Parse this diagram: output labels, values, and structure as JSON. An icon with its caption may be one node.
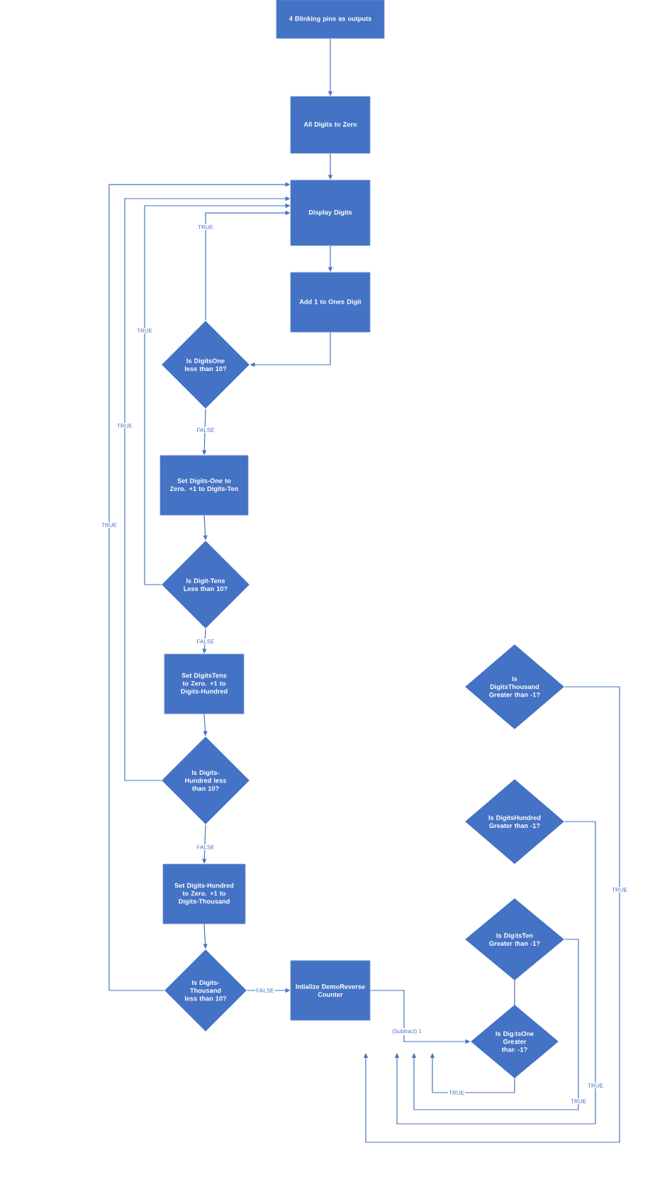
{
  "diagram": {
    "nodes": [
      {
        "text": [
          "4 Blinking pins as outputs"
        ]
      },
      {
        "text": [
          "All Digits to Zero"
        ]
      },
      {
        "text": [
          "Display Digits"
        ]
      },
      {
        "text": [
          "Add 1  to Ones Digit"
        ]
      },
      {
        "text": [
          "Is DigitsOne less than 10?"
        ]
      },
      {
        "text": [
          "Set Digits-One to Zero. +1 to Digits-Ten"
        ]
      },
      {
        "text": [
          "Is Digit-Tens Less than 10?"
        ]
      },
      {
        "text": [
          "Set DigitsTens to Zero. +1 to Digits-Hundred"
        ]
      },
      {
        "text": [
          "Is Digits-Hundred less than 10?"
        ]
      },
      {
        "text": [
          "Set Digits-Hundred to Zero. +1 to Digits-Thousand"
        ]
      },
      {
        "text": [
          "Is Digits-Thousand less than 10?"
        ]
      },
      {
        "text": [
          "Intialize DemoReverse Counter"
        ]
      },
      {
        "text": [
          "Is DigitsThousand Greater than -1?"
        ]
      },
      {
        "text": [
          "Is DigitsHundred Greater than -1?"
        ]
      },
      {
        "text": [
          "Is DigitsTen Greater than -1?"
        ]
      },
      {
        "text": [
          "Is DigitsOne Greater than -1?"
        ]
      }
    ],
    "edges": [
      {
        "from": 0,
        "to": 1,
        "arrow": "to"
      },
      {
        "from": 1,
        "to": 2,
        "arrow": "to"
      },
      {
        "from": 2,
        "to": 3,
        "arrow": "to"
      },
      {
        "from": 3,
        "to": 4,
        "arrow": "to"
      },
      {
        "from": 4,
        "to": 2,
        "arrow": "to",
        "label": "TRUE"
      },
      {
        "from": 4,
        "to": 5,
        "arrow": "to",
        "label": "FALSE"
      },
      {
        "from": 5,
        "to": 6,
        "arrow": "to"
      },
      {
        "from": 6,
        "to": 2,
        "arrow": "to",
        "label": "TRUE"
      },
      {
        "from": 6,
        "to": 7,
        "arrow": "to",
        "label": "FALSE"
      },
      {
        "from": 7,
        "to": 8,
        "arrow": "to"
      },
      {
        "from": 8,
        "to": 2,
        "arrow": "to",
        "label": "TRUE"
      },
      {
        "from": 8,
        "to": 9,
        "arrow": "to",
        "label": "FALSE"
      },
      {
        "from": 9,
        "to": 10,
        "arrow": "to"
      },
      {
        "from": 10,
        "to": 2,
        "arrow": "to",
        "label": "TRUE"
      },
      {
        "from": 10,
        "to": 11,
        "arrow": "to",
        "label": "FALSE"
      },
      {
        "from": 11,
        "to": 15,
        "arrow": "to",
        "label": "(Subtract)  1"
      },
      {
        "from": 15,
        "to": 14,
        "arrow": "to"
      },
      {
        "from": 15,
        "to": null,
        "arrow": "to",
        "label": "TRUE"
      },
      {
        "from": 14,
        "to": null,
        "arrow": "to",
        "label": "TRUE"
      },
      {
        "from": 13,
        "to": null,
        "arrow": "to",
        "label": "TRUE"
      },
      {
        "from": 12,
        "to": null,
        "arrow": "to",
        "label": "TRUE"
      }
    ]
  }
}
